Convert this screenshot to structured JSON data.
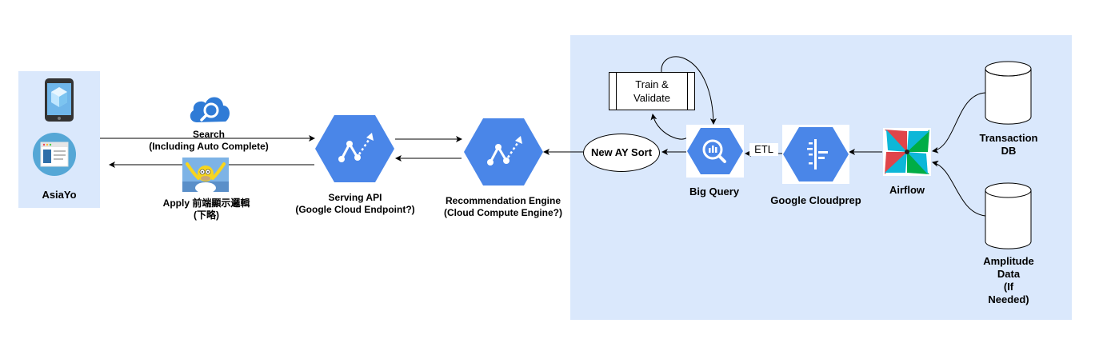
{
  "nodes": {
    "asiayo": "AsiaYo",
    "serving_api": [
      "Serving API",
      "(Google Cloud Endpoint?)"
    ],
    "rec_engine": [
      "Recommendation Engine",
      "(Cloud Compute Engine?)"
    ],
    "train_validate": [
      "Train &",
      "Validate"
    ],
    "new_ay_sort": "New AY Sort",
    "big_query": "Big Query",
    "cloudprep": "Google Cloudprep",
    "airflow": "Airflow",
    "transaction_db": [
      "Transaction",
      "DB"
    ],
    "amplitude": [
      "Amplitude",
      "Data",
      "(If",
      "Needed)"
    ]
  },
  "edges": {
    "search": [
      "Search",
      "(Including Auto Complete)"
    ],
    "apply": [
      "Apply 前端顯示邏輯",
      "(下略)"
    ],
    "etl": "ETL"
  },
  "colors": {
    "panel": "#dae8fc",
    "gcp_blue": "#4a86e8",
    "airflow_red": "#e0454a",
    "airflow_teal": "#00ad46"
  }
}
